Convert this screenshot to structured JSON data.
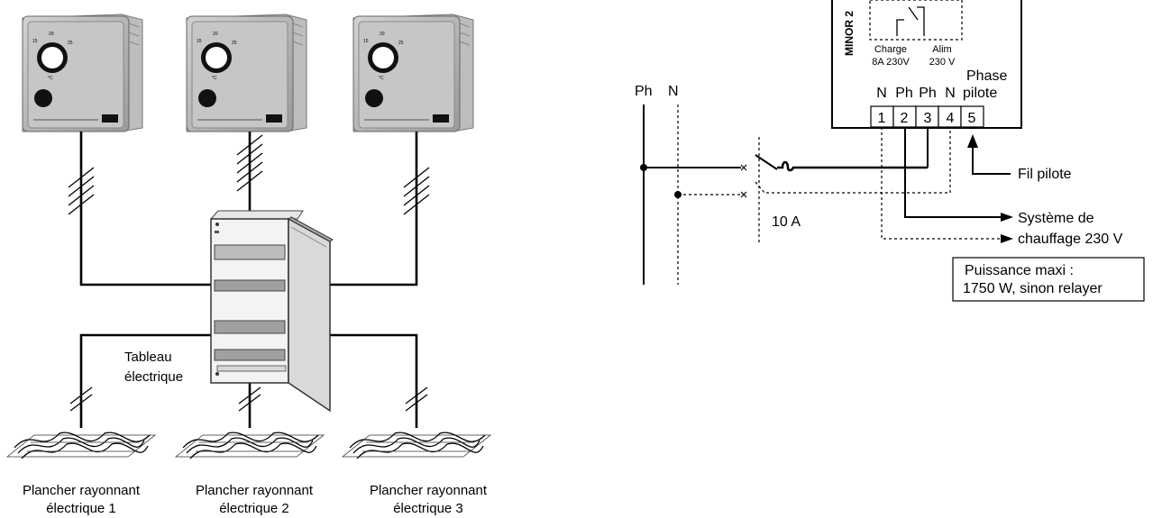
{
  "thermostat": {
    "dial_ticks": [
      "15",
      "20",
      "25"
    ],
    "unit": "°C"
  },
  "left": {
    "panel_label_1": "Tableau",
    "panel_label_2": "électrique",
    "floors": [
      {
        "line1": "Plancher rayonnant",
        "line2": "électrique 1"
      },
      {
        "line1": "Plancher rayonnant",
        "line2": "électrique 2"
      },
      {
        "line1": "Plancher rayonnant",
        "line2": "électrique 3"
      }
    ]
  },
  "right": {
    "model": "MINOR 2",
    "charge_1": "Charge",
    "charge_2": "8A 230V",
    "alim_1": "Alim",
    "alim_2": "230 V",
    "phase_1": "Phase",
    "phase_2": "pilote",
    "terminal_headers": [
      "N",
      "Ph",
      "Ph",
      "N"
    ],
    "terminals": [
      "1",
      "2",
      "3",
      "4",
      "5"
    ],
    "line_ph": "Ph",
    "line_n": "N",
    "breaker": "10 A",
    "fil_pilote": "Fil pilote",
    "heating_1": "Système de",
    "heating_2": "chauffage 230 V",
    "power_1": "Puissance maxi :",
    "power_2": "1750 W, sinon relayer"
  }
}
